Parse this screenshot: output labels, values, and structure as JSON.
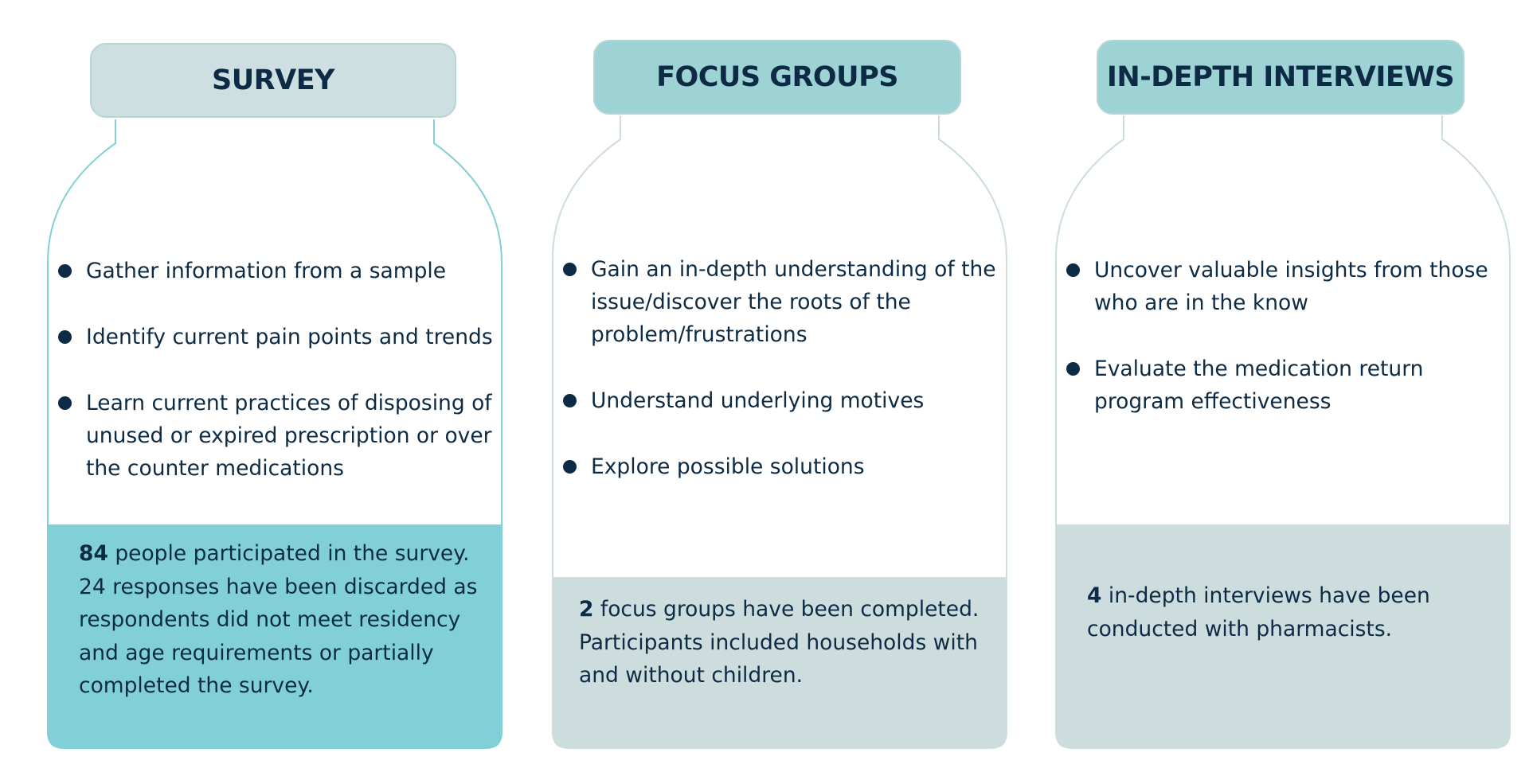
{
  "colors": {
    "dark_text": "#0d2b45",
    "lid_gray": "#cddfe0",
    "lid_teal": "#9dd3d5",
    "stat_teal": "#82d0d7",
    "stat_gray": "#cddcdd",
    "outline": "#b7d4d6"
  },
  "survey": {
    "title": "SURVEY",
    "bullets": [
      "Gather information from a sample",
      "Identify current pain points and trends",
      "Learn current practices of disposing of unused or expired prescription or over the counter medications"
    ],
    "stat_number": "84",
    "stat_text": "people participated in the survey. 24 responses have been discarded as respondents did not meet residency and age requirements or partially completed the survey."
  },
  "focus_groups": {
    "title": "FOCUS GROUPS",
    "bullets": [
      "Gain an in-depth understanding of the issue/discover the roots of the problem/frustrations",
      "Understand underlying motives",
      "Explore possible solutions"
    ],
    "stat_number": "2",
    "stat_text": "focus groups have been completed. Participants included households with and without children."
  },
  "interviews": {
    "title": "IN-DEPTH INTERVIEWS",
    "bullets": [
      "Uncover valuable insights from those who are in the know",
      "Evaluate the medication return program effectiveness"
    ],
    "stat_number": "4",
    "stat_text": "in-depth interviews have been conducted with pharmacists."
  }
}
